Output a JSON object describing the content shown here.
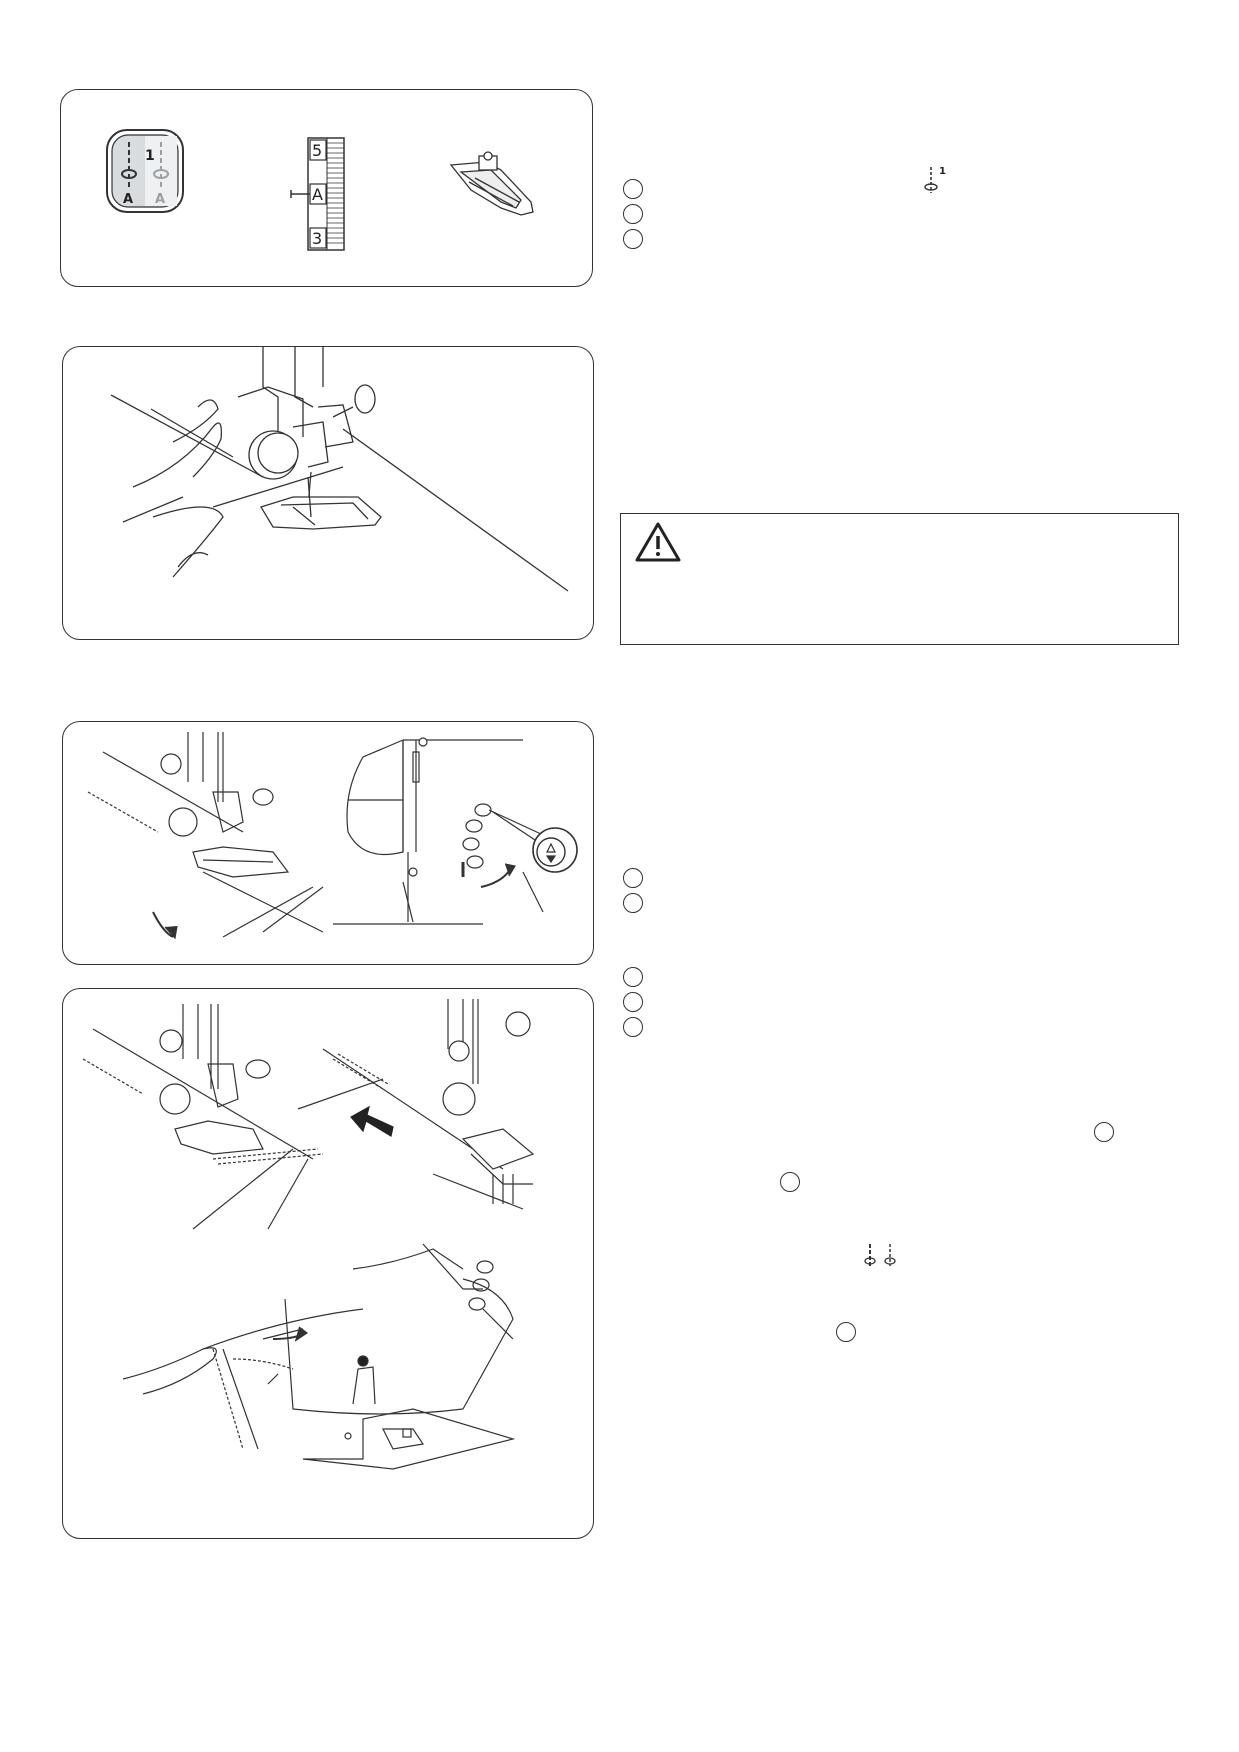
{
  "panel1": {
    "pattern_number": "1",
    "pattern_label_left": "A",
    "pattern_label_right": "A",
    "dial_numbers": [
      "5",
      "A",
      "3"
    ]
  },
  "legend_icon_number": "1",
  "colors": {
    "line": "#333333",
    "shade": "#d9dcdf",
    "faint": "#9aa0a6"
  }
}
